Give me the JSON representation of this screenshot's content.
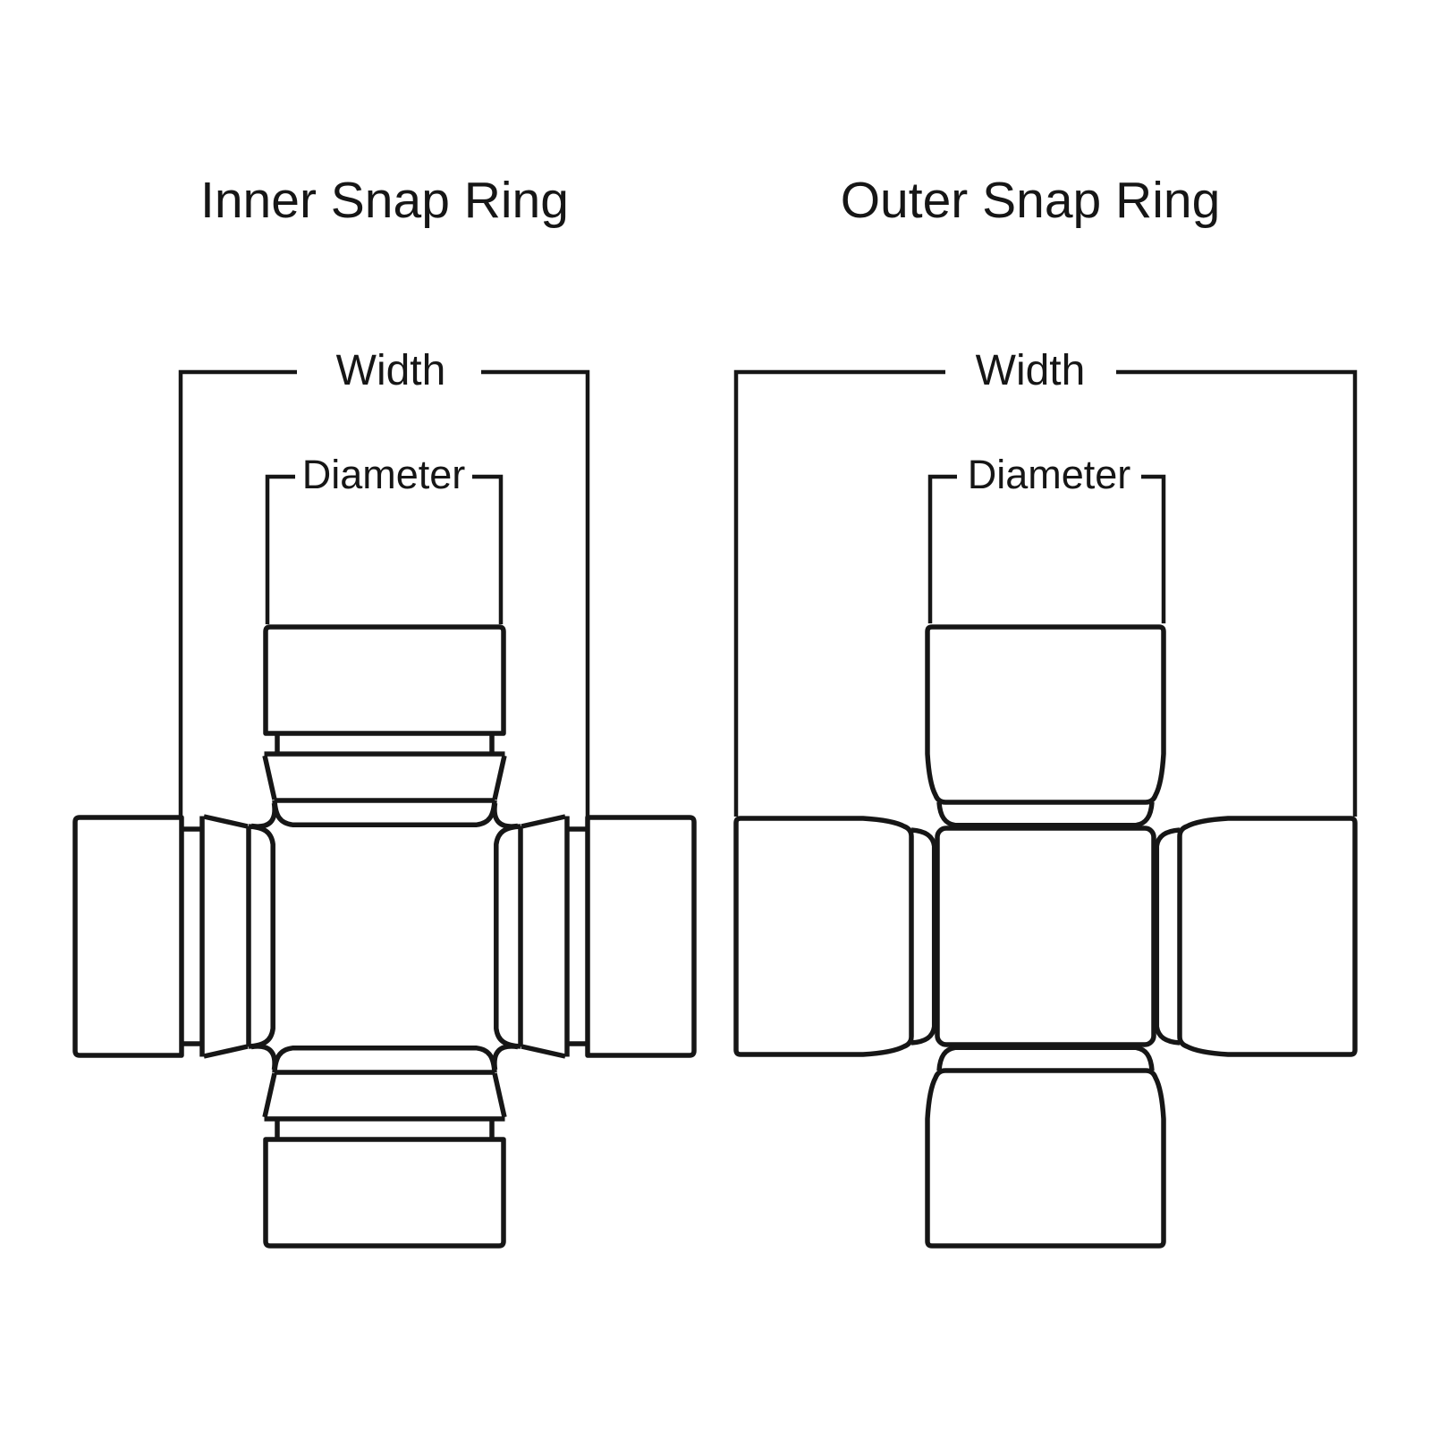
{
  "canvas": {
    "background": "#ffffff",
    "line_color": "#161616"
  },
  "inner_diagram": {
    "title": "Inner Snap Ring",
    "width_label": "Width",
    "diameter_label": "Diameter",
    "style": "inner-snap-ring-u-joint-cross"
  },
  "outer_diagram": {
    "title": "Outer Snap Ring",
    "width_label": "Width",
    "diameter_label": "Diameter",
    "style": "outer-snap-ring-u-joint-cross"
  }
}
